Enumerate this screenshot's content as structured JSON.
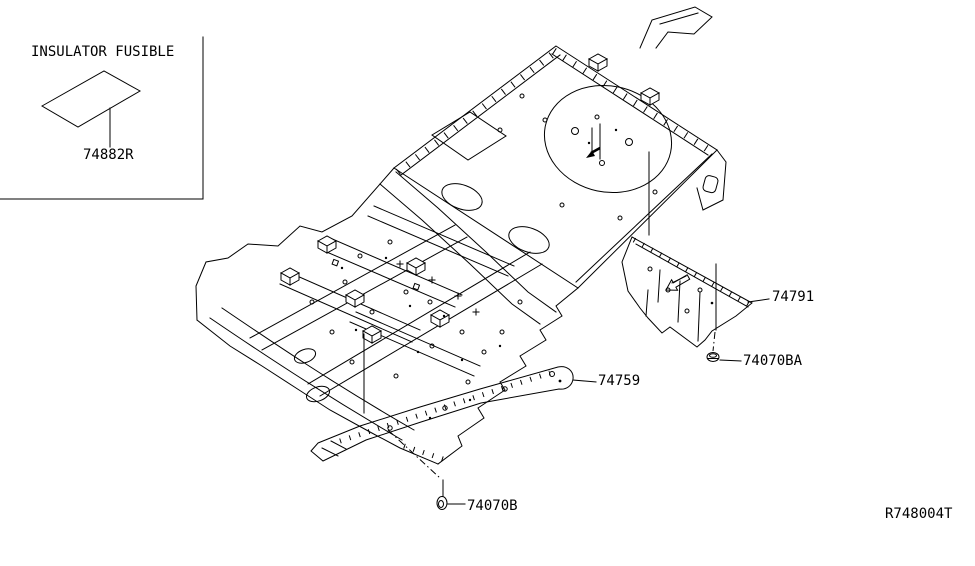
{
  "diagram": {
    "inset": {
      "title": "INSULATOR FUSIBLE",
      "part_number": "74882R"
    },
    "callouts": [
      {
        "part_number": "74791"
      },
      {
        "part_number": "74070BA"
      },
      {
        "part_number": "74759"
      },
      {
        "part_number": "74070B"
      }
    ],
    "reference_code": "R748004T",
    "colors": {
      "line": "#000000",
      "background": "#ffffff"
    }
  }
}
